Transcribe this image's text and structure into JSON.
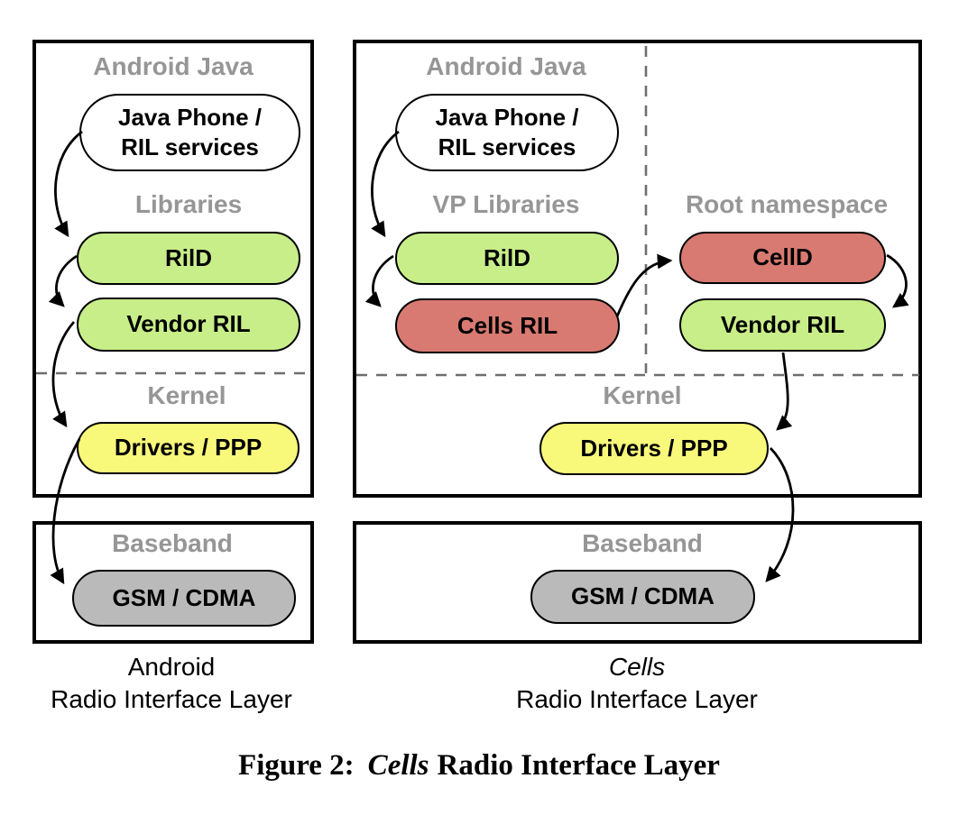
{
  "figure": {
    "caption_prefix": "Figure 2:",
    "caption_emphasis": "Cells",
    "caption_suffix": "Radio Interface Layer"
  },
  "colors": {
    "green": "#c8ee89",
    "red": "#d87a71",
    "yellow": "#f8f87b",
    "gray": "#bababa",
    "white": "#ffffff",
    "layer_label": "#969696"
  },
  "android_ril": {
    "labels": {
      "android_java": "Android Java",
      "libraries": "Libraries",
      "kernel": "Kernel",
      "baseband": "Baseband"
    },
    "nodes": {
      "java_phone_line1": "Java Phone /",
      "java_phone_line2": "RIL services",
      "rild": "RilD",
      "vendor_ril": "Vendor RIL",
      "drivers_ppp": "Drivers / PPP",
      "gsm_cdma": "GSM / CDMA"
    },
    "title_line1": "Android",
    "title_line2": "Radio Interface Layer"
  },
  "cells_ril": {
    "labels": {
      "android_java": "Android Java",
      "vp_libraries": "VP Libraries",
      "root_namespace": "Root namespace",
      "kernel": "Kernel",
      "baseband": "Baseband"
    },
    "nodes": {
      "java_phone_line1": "Java Phone /",
      "java_phone_line2": "RIL services",
      "rild": "RilD",
      "cells_ril": "Cells RIL",
      "celld": "CellD",
      "vendor_ril": "Vendor RIL",
      "drivers_ppp": "Drivers / PPP",
      "gsm_cdma": "GSM / CDMA"
    },
    "title_line1": "Cells",
    "title_line2": "Radio Interface Layer"
  }
}
